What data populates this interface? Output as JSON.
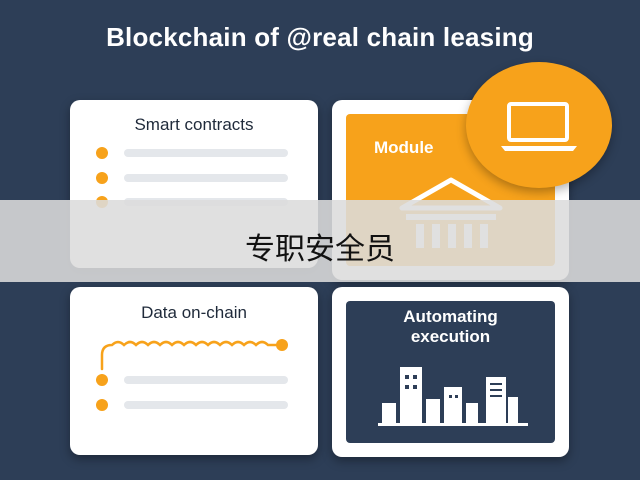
{
  "title": "Blockchain of @real chain leasing",
  "cards": {
    "smart_contracts": {
      "label": "Smart contracts"
    },
    "module": {
      "label": "Module"
    },
    "data_on_chain": {
      "label": "Data on-chain"
    },
    "automating": {
      "label_line1": "Automating",
      "label_line2": "execution"
    }
  },
  "overlay": {
    "text": "专职安全员"
  },
  "icons": [
    "laptop-icon",
    "bank-building-icon",
    "chain-wave-icon",
    "city-skyline-icon"
  ],
  "colors": {
    "background": "#2d3e57",
    "accent_orange": "#f7a21b",
    "card_white": "#ffffff",
    "bar_gray": "#e4e7eb"
  }
}
